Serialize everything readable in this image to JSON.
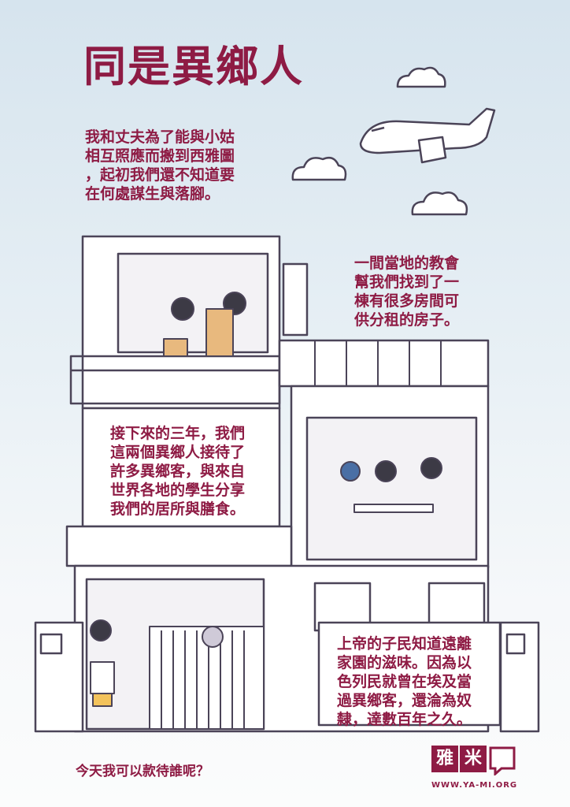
{
  "title": "同是異鄉人",
  "paragraphs": {
    "intro": "我和丈夫為了能與小姑\n相互照應而搬到西雅圖\n，起初我們還不知道要\n在何處謀生與落腳。",
    "church": "一間當地的教會\n幫我們找到了一\n棟有很多房間可\n供分租的房子。",
    "three_years": "接下來的三年，我們\n這兩個異鄉人接待了\n許多異鄉客，與來自\n世界各地的學生分享\n我們的居所與膳食。",
    "gods_people": "上帝的子民知道遠離\n家園的滋味。因為以\n色列民就曾在埃及當\n過異鄉客，還淪為奴\n隸，達數百年之久。"
  },
  "question": "今天我可以款待誰呢？",
  "logo": {
    "char1": "雅",
    "char2": "米",
    "site": "WWW.YA-MI.ORG"
  },
  "colors": {
    "brand": "#8e1b44",
    "line": "#4b4458"
  },
  "icons": [
    "airplane-icon",
    "cloud-icon",
    "house-illustration",
    "speech-bubble-icon"
  ]
}
